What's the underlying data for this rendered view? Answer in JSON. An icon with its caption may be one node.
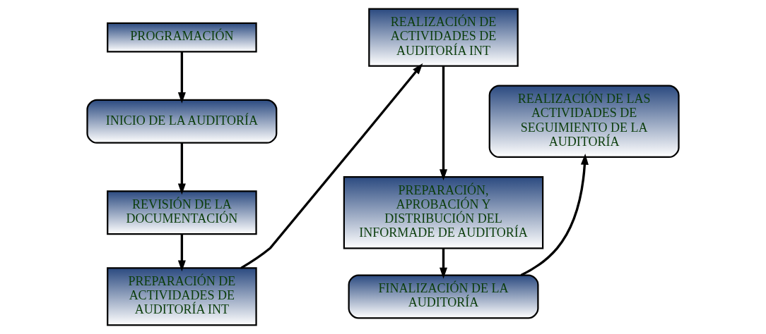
{
  "diagram": {
    "nodes": [
      {
        "text": [
          "PROGRAMACIÓN"
        ]
      },
      {
        "text": [
          "INICIO DE LA AUDITORÍA"
        ]
      },
      {
        "text": [
          "REVISIÓN DE LA DOCUMENTACIÓN"
        ]
      },
      {
        "text": [
          "PREPARACIÓN DE ACTIVIDADES DE AUDITORÍA INT"
        ]
      },
      {
        "text": [
          "REALIZACIÓN DE ACTIVIDADES DE AUDITORÍA INT"
        ]
      },
      {
        "text": [
          "PREPARACIÓN, APROBACIÓN Y DISTRIBUCIÓN DEL INFORMADE DE AUDITORÍA"
        ]
      },
      {
        "text": [
          "FINALIZACIÓN DE LA AUDITORÍA"
        ]
      },
      {
        "text": [
          "REALIZACIÓN DE LAS ACTIVIDADES DE SEGUIMIENTO DE LA AUDITORÍA"
        ]
      }
    ],
    "edges": [
      {
        "from": 0,
        "to": 1,
        "arrow": "to"
      },
      {
        "from": 1,
        "to": 2,
        "arrow": "to"
      },
      {
        "from": 2,
        "to": 3,
        "arrow": "to"
      },
      {
        "from": 3,
        "to": 4,
        "arrow": "to"
      },
      {
        "from": 4,
        "to": 5,
        "arrow": "to"
      },
      {
        "from": 5,
        "to": 6,
        "arrow": "to"
      },
      {
        "from": 6,
        "to": 7,
        "arrow": "to"
      }
    ]
  }
}
